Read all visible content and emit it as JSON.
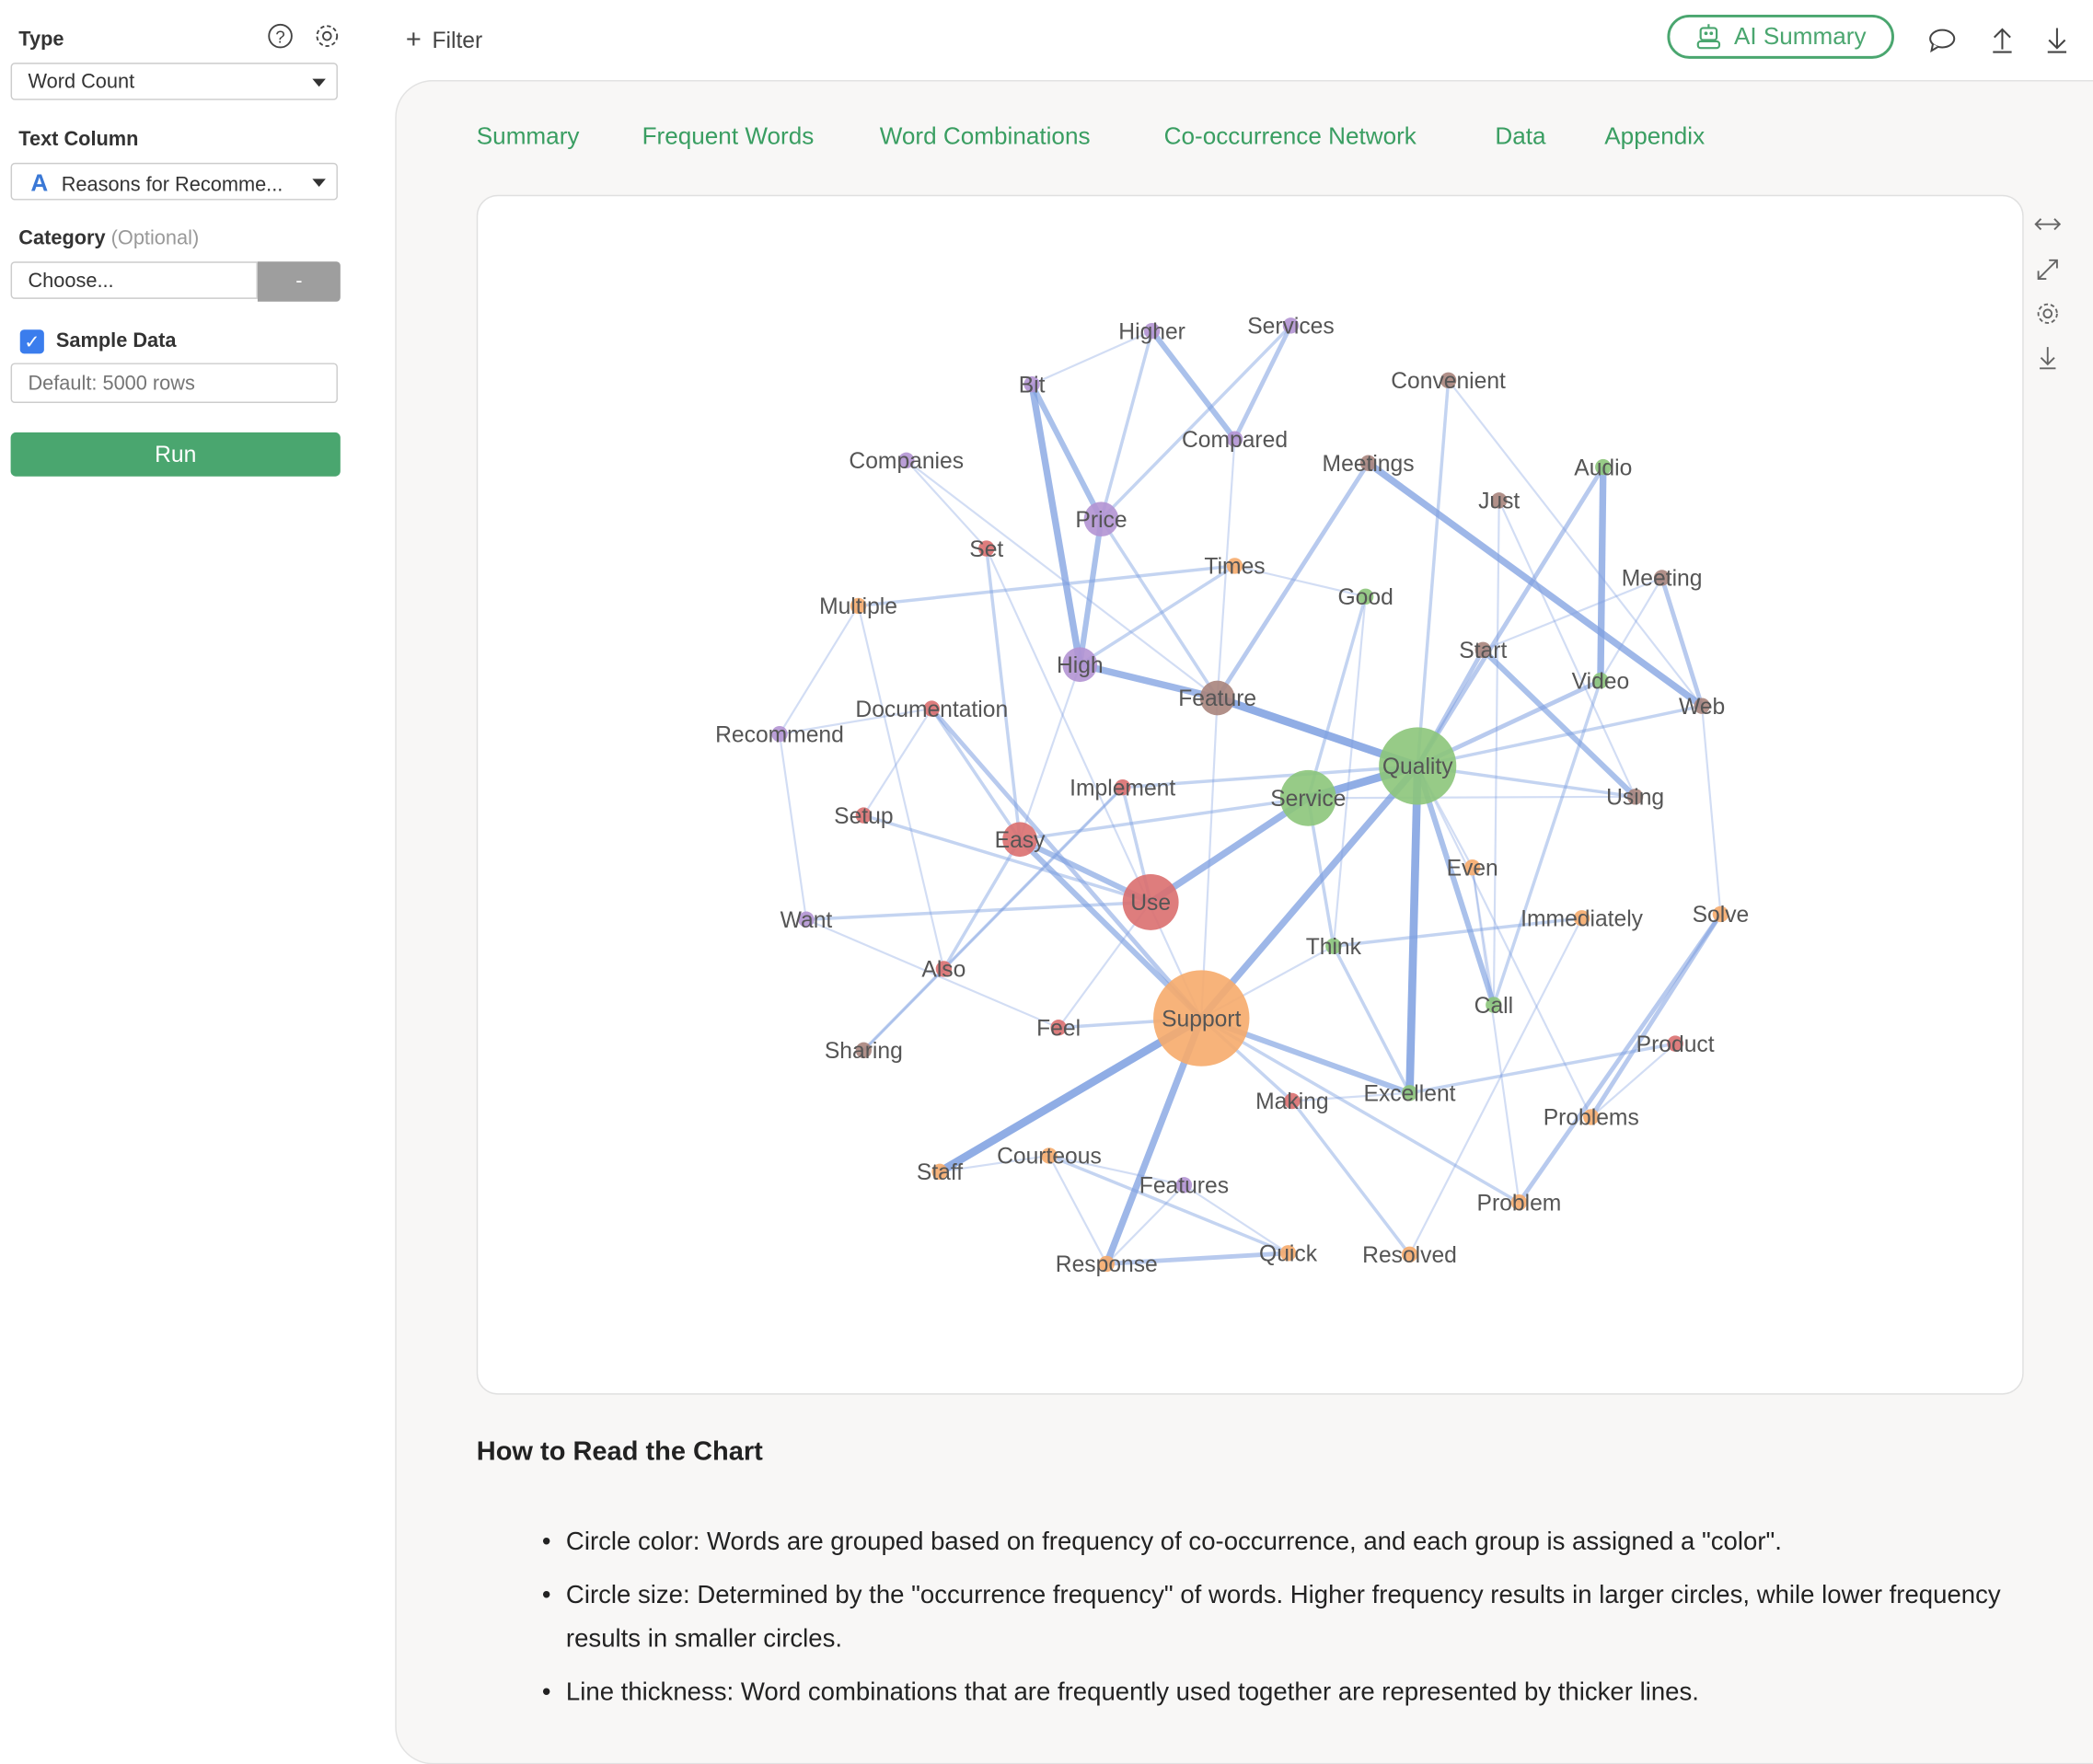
{
  "sidebar": {
    "type_label": "Type",
    "type_value": "Word Count",
    "text_column_label": "Text Column",
    "text_column_value": "Reasons for Recomme...",
    "category_label": "Category",
    "category_optional": "(Optional)",
    "category_placeholder": "Choose...",
    "category_clear": "-",
    "sample_label": "Sample Data",
    "sample_checked": true,
    "sample_placeholder": "Default: 5000 rows",
    "run_label": "Run"
  },
  "topbar": {
    "filter_label": "Filter",
    "ai_summary_label": "AI Summary"
  },
  "tabs": [
    "Summary",
    "Frequent Words",
    "Word Combinations",
    "Co-occurrence Network",
    "Data",
    "Appendix"
  ],
  "colors": {
    "accent": "#4aa66f",
    "purple": "#b393d3",
    "brown": "#a8847c",
    "green": "#8cc57a",
    "red": "#da6f6f",
    "orange": "#f6ab6c",
    "edge": "#7d9fe0"
  },
  "network": {
    "nodes": [
      {
        "name": "Higher",
        "group": "purple",
        "size": 1
      },
      {
        "name": "Services",
        "group": "purple",
        "size": 1
      },
      {
        "name": "Bit",
        "group": "purple",
        "size": 1
      },
      {
        "name": "Compared",
        "group": "purple",
        "size": 1
      },
      {
        "name": "Convenient",
        "group": "brown",
        "size": 1
      },
      {
        "name": "Companies",
        "group": "purple",
        "size": 1
      },
      {
        "name": "Meetings",
        "group": "brown",
        "size": 1
      },
      {
        "name": "Audio",
        "group": "green",
        "size": 1
      },
      {
        "name": "Just",
        "group": "brown",
        "size": 1
      },
      {
        "name": "Price",
        "group": "purple",
        "size": 3
      },
      {
        "name": "Set",
        "group": "red",
        "size": 1
      },
      {
        "name": "Times",
        "group": "orange",
        "size": 1
      },
      {
        "name": "Multiple",
        "group": "orange",
        "size": 1
      },
      {
        "name": "Good",
        "group": "green",
        "size": 1
      },
      {
        "name": "Meeting",
        "group": "brown",
        "size": 1
      },
      {
        "name": "Start",
        "group": "brown",
        "size": 1
      },
      {
        "name": "High",
        "group": "purple",
        "size": 3
      },
      {
        "name": "Video",
        "group": "green",
        "size": 1
      },
      {
        "name": "Web",
        "group": "brown",
        "size": 1
      },
      {
        "name": "Feature",
        "group": "brown",
        "size": 3
      },
      {
        "name": "Documentation",
        "group": "red",
        "size": 1
      },
      {
        "name": "Recommend",
        "group": "purple",
        "size": 1
      },
      {
        "name": "Quality",
        "group": "green",
        "size": 8
      },
      {
        "name": "Service",
        "group": "green",
        "size": 5
      },
      {
        "name": "Using",
        "group": "brown",
        "size": 1
      },
      {
        "name": "Implement",
        "group": "red",
        "size": 1
      },
      {
        "name": "Setup",
        "group": "red",
        "size": 1
      },
      {
        "name": "Easy",
        "group": "red",
        "size": 3
      },
      {
        "name": "Use",
        "group": "red",
        "size": 5
      },
      {
        "name": "Even",
        "group": "orange",
        "size": 1
      },
      {
        "name": "Want",
        "group": "purple",
        "size": 1
      },
      {
        "name": "Immediately",
        "group": "orange",
        "size": 1
      },
      {
        "name": "Solve",
        "group": "orange",
        "size": 1
      },
      {
        "name": "Think",
        "group": "green",
        "size": 1
      },
      {
        "name": "Also",
        "group": "red",
        "size": 1
      },
      {
        "name": "Call",
        "group": "green",
        "size": 1
      },
      {
        "name": "Support",
        "group": "orange",
        "size": 10
      },
      {
        "name": "Feel",
        "group": "red",
        "size": 1
      },
      {
        "name": "Sharing",
        "group": "brown",
        "size": 1
      },
      {
        "name": "Product",
        "group": "red",
        "size": 1
      },
      {
        "name": "Excellent",
        "group": "green",
        "size": 1
      },
      {
        "name": "Making",
        "group": "red",
        "size": 1
      },
      {
        "name": "Problems",
        "group": "orange",
        "size": 1
      },
      {
        "name": "Courteous",
        "group": "orange",
        "size": 1
      },
      {
        "name": "Staff",
        "group": "orange",
        "size": 1
      },
      {
        "name": "Features",
        "group": "purple",
        "size": 1
      },
      {
        "name": "Problem",
        "group": "orange",
        "size": 1
      },
      {
        "name": "Quick",
        "group": "orange",
        "size": 1
      },
      {
        "name": "Resolved",
        "group": "orange",
        "size": 1
      },
      {
        "name": "Response",
        "group": "orange",
        "size": 1
      }
    ],
    "edges": [
      [
        "Bit",
        "High",
        5
      ],
      [
        "Bit",
        "Price",
        4
      ],
      [
        "Price",
        "High",
        4
      ],
      [
        "Higher",
        "Compared",
        4
      ],
      [
        "Services",
        "Compared",
        3
      ],
      [
        "Higher",
        "Price",
        2
      ],
      [
        "Services",
        "Price",
        2
      ],
      [
        "Higher",
        "Bit",
        1
      ],
      [
        "High",
        "Feature",
        5
      ],
      [
        "Feature",
        "Quality",
        6
      ],
      [
        "Quality",
        "Service",
        6
      ],
      [
        "Service",
        "Use",
        5
      ],
      [
        "Use",
        "Easy",
        4
      ],
      [
        "Easy",
        "Support",
        4
      ],
      [
        "Support",
        "Quality",
        5
      ],
      [
        "Support",
        "Excellent",
        4
      ],
      [
        "Quality",
        "Excellent",
        6
      ],
      [
        "Quality",
        "Call",
        4
      ],
      [
        "Support",
        "Staff",
        6
      ],
      [
        "Support",
        "Response",
        5
      ],
      [
        "Meetings",
        "Web",
        5
      ],
      [
        "Start",
        "Using",
        4
      ],
      [
        "Audio",
        "Video",
        5
      ],
      [
        "Video",
        "Quality",
        3
      ],
      [
        "Meeting",
        "Web",
        3
      ],
      [
        "Solve",
        "Problem",
        3
      ],
      [
        "Solve",
        "Problems",
        3
      ],
      [
        "Quality",
        "Audio",
        3
      ],
      [
        "Quality",
        "Start",
        3
      ],
      [
        "Meetings",
        "Feature",
        3
      ],
      [
        "Convenient",
        "Quality",
        2
      ],
      [
        "Multiple",
        "Times",
        2
      ],
      [
        "Easy",
        "Documentation",
        2
      ],
      [
        "Documentation",
        "Support",
        3
      ],
      [
        "Easy",
        "Also",
        2
      ],
      [
        "Also",
        "Implement",
        2
      ],
      [
        "Service",
        "Think",
        2
      ],
      [
        "Think",
        "Excellent",
        2
      ],
      [
        "Support",
        "Making",
        2
      ],
      [
        "Making",
        "Resolved",
        2
      ],
      [
        "Support",
        "Problem",
        2
      ],
      [
        "Response",
        "Quick",
        3
      ],
      [
        "Courteous",
        "Quick",
        2
      ],
      [
        "Courteous",
        "Features",
        1
      ],
      [
        "Feel",
        "Support",
        2
      ],
      [
        "Want",
        "Use",
        2
      ],
      [
        "Setup",
        "Use",
        2
      ],
      [
        "Sharing",
        "Also",
        2
      ],
      [
        "Set",
        "Easy",
        2
      ],
      [
        "Recommend",
        "Multiple",
        1
      ],
      [
        "Recommend",
        "Want",
        1
      ],
      [
        "Product",
        "Excellent",
        2
      ],
      [
        "Immediately",
        "Think",
        2
      ],
      [
        "Call",
        "Video",
        2
      ],
      [
        "High",
        "Times",
        2
      ],
      [
        "Price",
        "Feature",
        2
      ],
      [
        "Service",
        "Easy",
        2
      ],
      [
        "Implement",
        "Quality",
        2
      ],
      [
        "Use",
        "Implement",
        2
      ],
      [
        "Recommend",
        "Documentation",
        1
      ],
      [
        "Quality",
        "Web",
        2
      ],
      [
        "Meeting",
        "Start",
        1
      ],
      [
        "Quality",
        "Using",
        2
      ],
      [
        "Good",
        "Service",
        2
      ],
      [
        "Good",
        "Think",
        1
      ],
      [
        "Even",
        "Call",
        1
      ],
      [
        "Quality",
        "Even",
        1
      ],
      [
        "Companies",
        "Feature",
        1
      ],
      [
        "Companies",
        "Set",
        1
      ],
      [
        "Just",
        "Using",
        1
      ],
      [
        "Just",
        "Call",
        1
      ],
      [
        "Courteous",
        "Response",
        1
      ],
      [
        "Staff",
        "Courteous",
        1
      ],
      [
        "Features",
        "Quick",
        1
      ],
      [
        "Resolved",
        "Immediately",
        1
      ],
      [
        "Problem",
        "Even",
        1
      ],
      [
        "Support",
        "Think",
        1
      ],
      [
        "Multiple",
        "Also",
        1
      ],
      [
        "Set",
        "Support",
        1
      ],
      [
        "Setup",
        "Documentation",
        1
      ],
      [
        "Want",
        "Feel",
        1
      ],
      [
        "Compared",
        "Feature",
        1
      ],
      [
        "Times",
        "Good",
        1
      ],
      [
        "Convenient",
        "Web",
        1
      ],
      [
        "Meeting",
        "Video",
        1
      ],
      [
        "Service",
        "Using",
        1
      ],
      [
        "Excellent",
        "Making",
        1
      ],
      [
        "Feature",
        "Support",
        1
      ],
      [
        "High",
        "Easy",
        1
      ],
      [
        "Feel",
        "Use",
        1
      ],
      [
        "Sharing",
        "Implement",
        1
      ],
      [
        "Response",
        "Features",
        1
      ],
      [
        "Problems",
        "Quality",
        1
      ],
      [
        "Solve",
        "Web",
        1
      ],
      [
        "Product",
        "Problems",
        1
      ]
    ]
  },
  "how_to": {
    "title": "How to Read the Chart",
    "bullets": [
      "Circle color: Words are grouped based on frequency of co-occurrence, and each group is assigned a \"color\".",
      "Circle size: Determined by the \"occurrence frequency\" of words. Higher frequency results in larger circles, while lower frequency results in smaller circles.",
      "Line thickness: Word combinations that are frequently used together are represented by thicker lines."
    ]
  }
}
